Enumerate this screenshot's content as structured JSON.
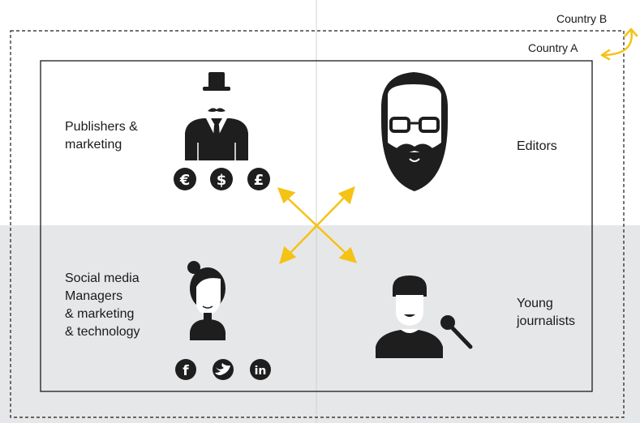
{
  "countries": {
    "outer": "Country B",
    "inner": "Country A"
  },
  "quadrants": {
    "top_left": "Publishers &\nmarketing",
    "top_right": "Editors",
    "bottom_left": "Social media\nManagers\n& marketing\n& technology",
    "bottom_right": "Young\njournalists"
  },
  "currency_symbols": [
    "€",
    "$",
    "£"
  ],
  "social_icons": [
    "facebook-icon",
    "twitter-icon",
    "linkedin-icon"
  ],
  "colors": {
    "arrow": "#f5c216",
    "bottom_band": "#e6e7e9",
    "figure": "#1e1e1e",
    "frame": "#1a1a1a"
  }
}
